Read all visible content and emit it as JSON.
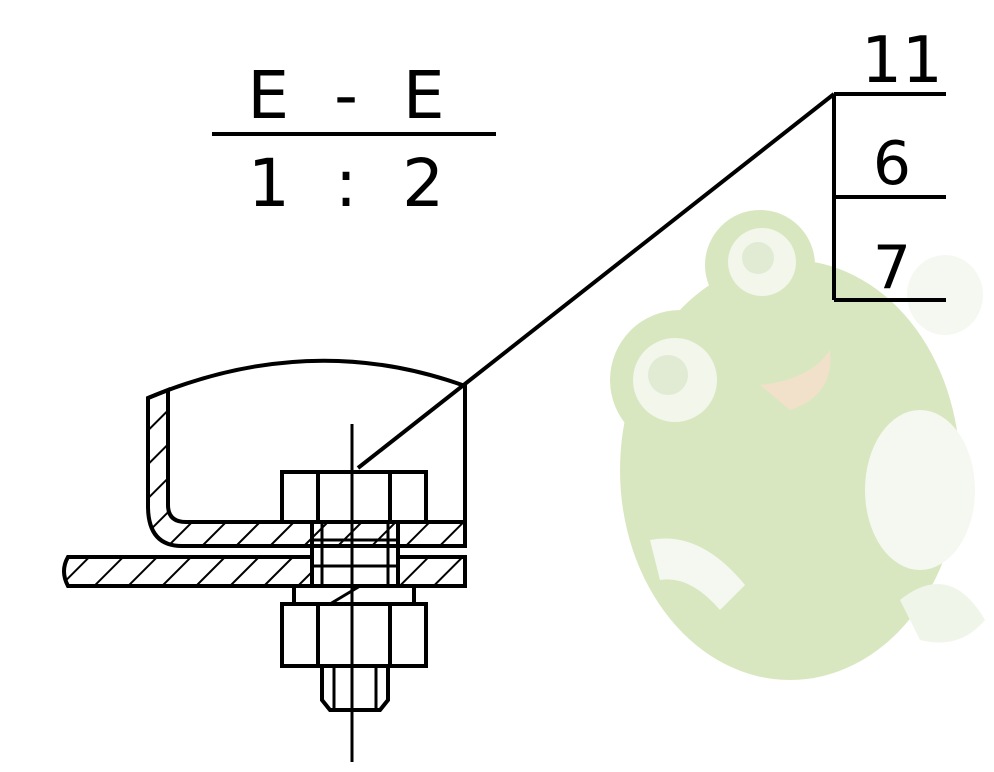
{
  "section": {
    "name": "E - E",
    "scale": "1 : 2"
  },
  "callout": {
    "items": [
      "11",
      "6",
      "7"
    ]
  },
  "watermark": {
    "icon": "frog-mascot-icon",
    "color": "#9fc26a"
  },
  "colors": {
    "line": "#000000",
    "background": "#ffffff"
  }
}
